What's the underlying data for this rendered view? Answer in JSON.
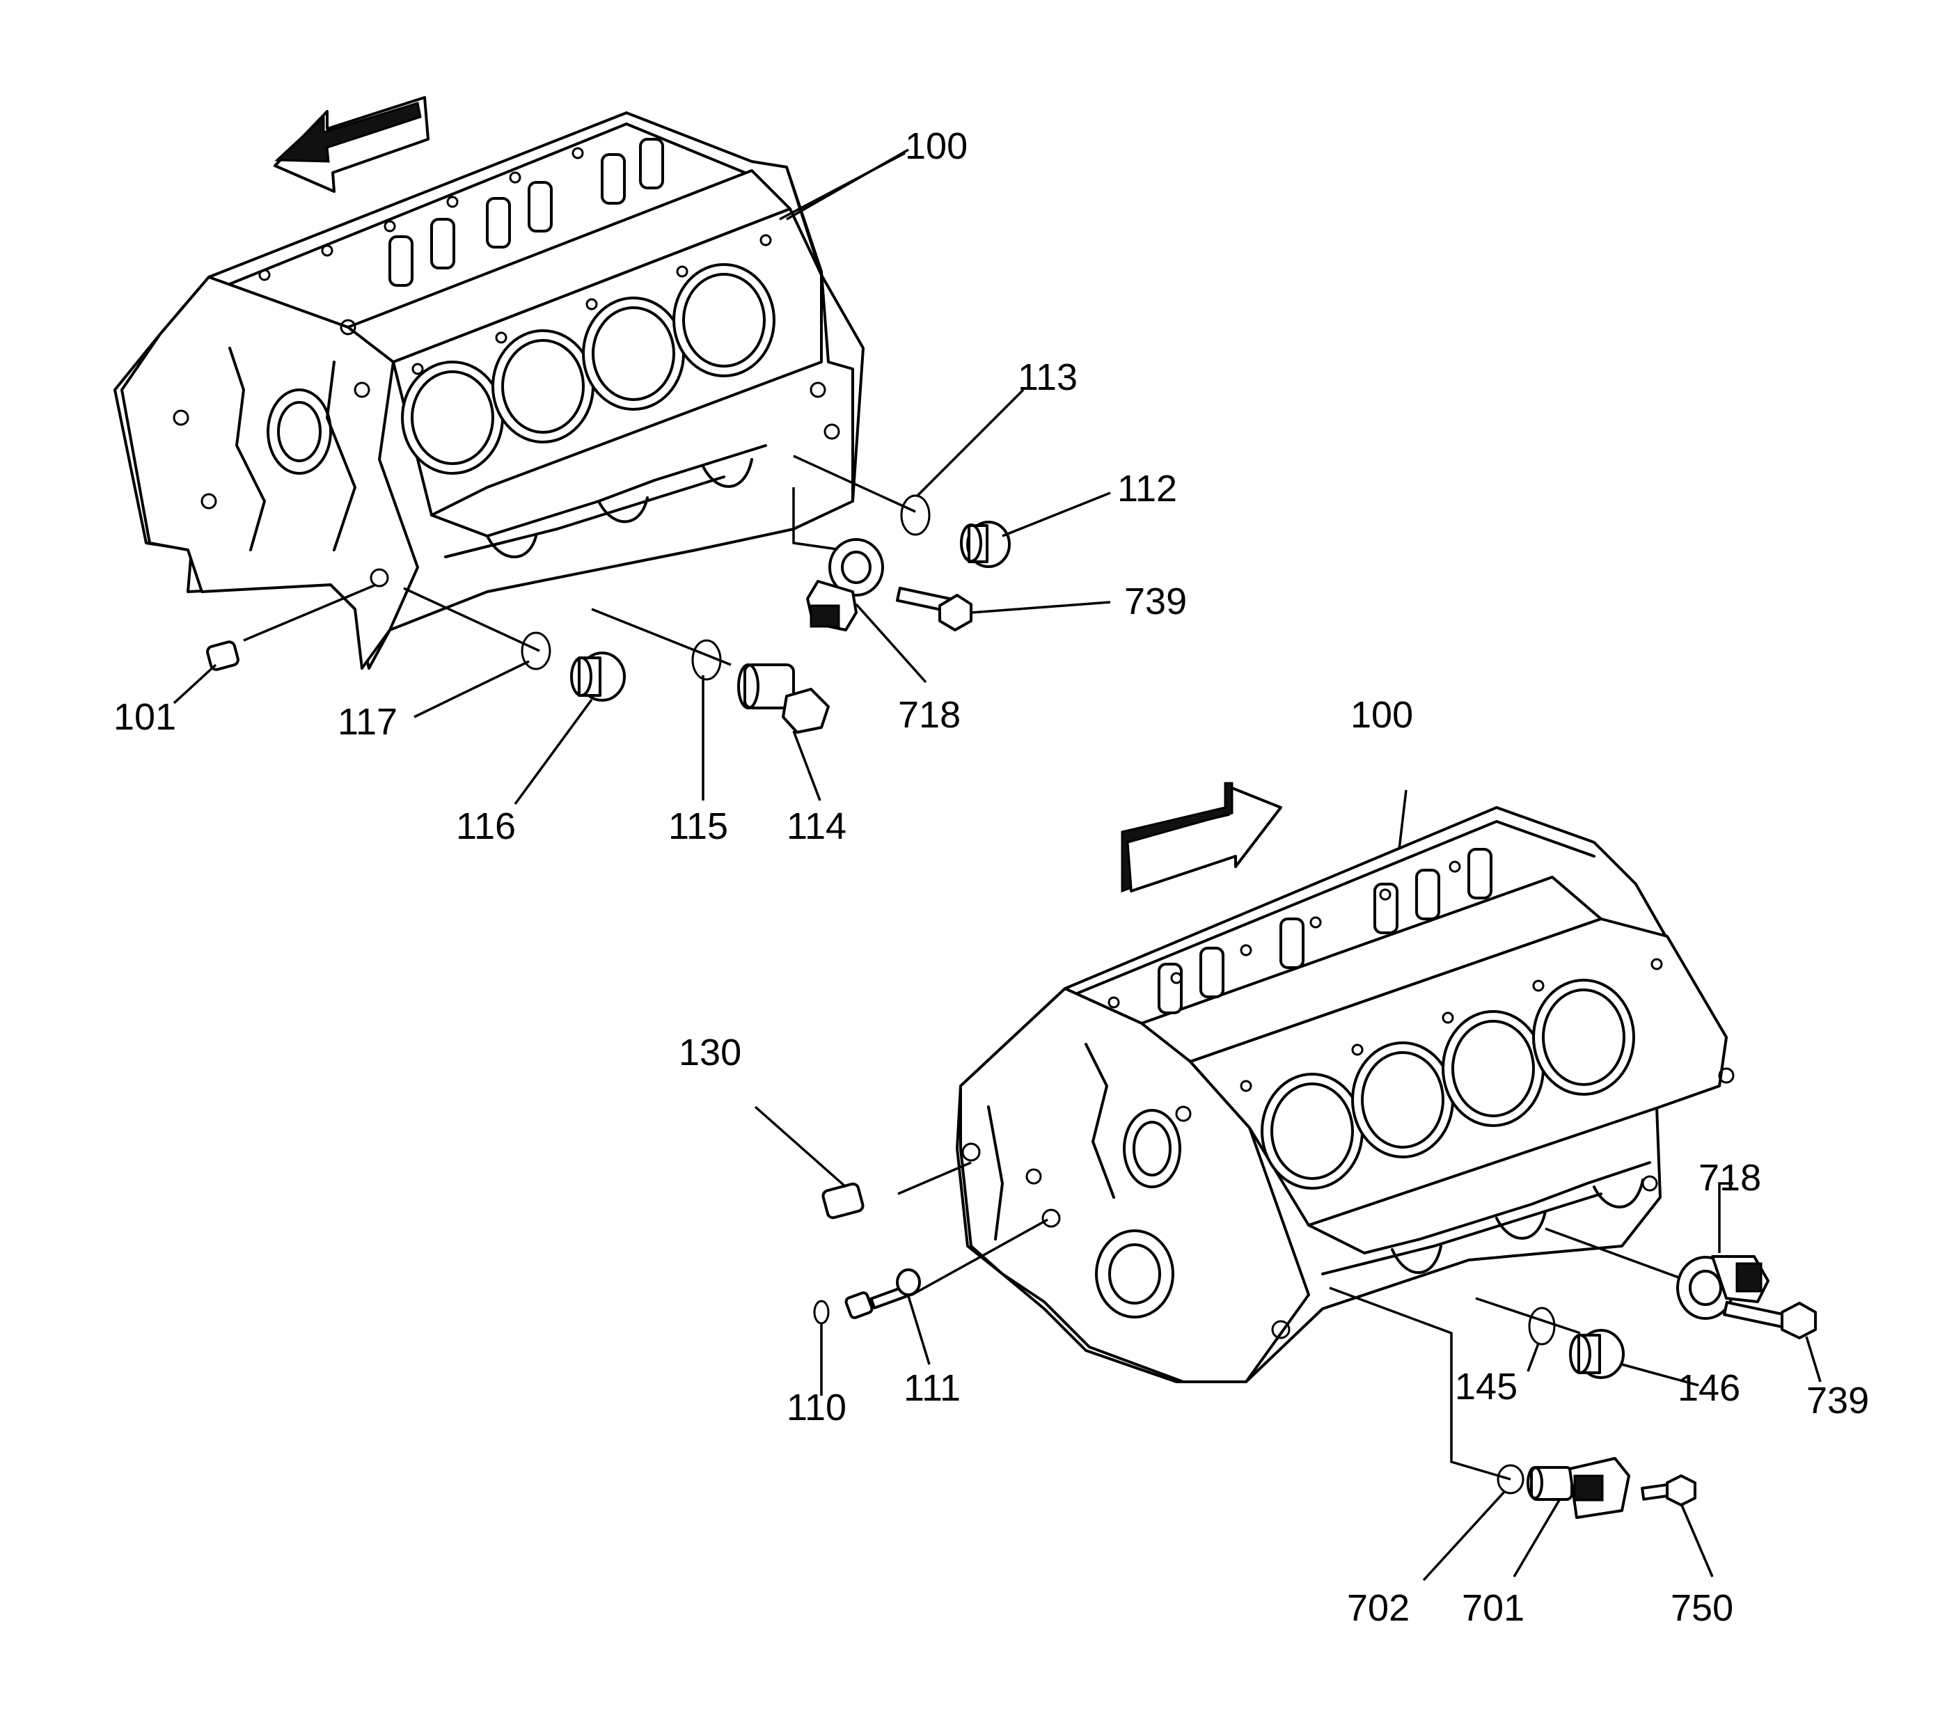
{
  "callouts": {
    "top": {
      "c100": "100",
      "c113": "113",
      "c112": "112",
      "c739": "739",
      "c718": "718",
      "c101": "101",
      "c117": "117",
      "c116": "116",
      "c115": "115",
      "c114": "114"
    },
    "bottom": {
      "c100": "100",
      "c130": "130",
      "c718": "718",
      "c110": "110",
      "c111": "111",
      "c145": "145",
      "c146": "146",
      "c739": "739",
      "c702": "702",
      "c701": "701",
      "c750": "750"
    }
  },
  "icons": {
    "top_arrow": "front-direction-arrow-icon",
    "bottom_arrow": "front-direction-arrow-icon"
  },
  "colors": {
    "line": "#000000",
    "background": "#ffffff"
  }
}
